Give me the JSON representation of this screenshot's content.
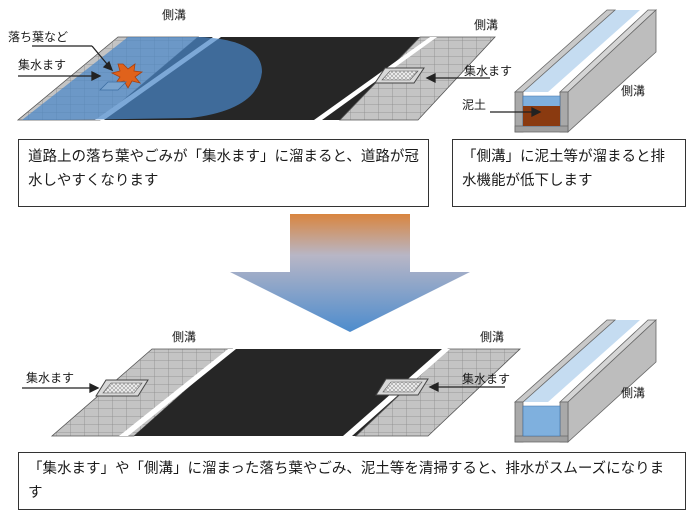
{
  "top": {
    "label_gutter": "側溝",
    "label_gutter_right": "側溝",
    "label_leaves": "落ち葉など",
    "label_catch_basin_left": "集水ます",
    "label_catch_basin_right": "集水ます",
    "label_ditch": "側溝",
    "label_silt": "泥土",
    "caption_left": "道路上の落ち葉やごみが「集水ます」に溜まると、道路が冠水しやすくなります",
    "caption_right": "「側溝」に泥土等が溜まると排水機能が低下します"
  },
  "bottom": {
    "label_gutter": "側溝",
    "label_gutter_right": "側溝",
    "label_catch_basin_left": "集水ます",
    "label_catch_basin_right": "集水ます",
    "label_ditch": "側溝",
    "caption": "「集水ます」や「側溝」に溜まった落ち葉やごみ、泥土等を清掃すると、排水がスムーズになります"
  },
  "colors": {
    "road": "#262626",
    "gutter_tile": "#b8b8b8",
    "flood_water": "#4a86c8",
    "leaves": "#e0621b",
    "silt": "#8a3a10",
    "arrow_top": "#e08a4a",
    "arrow_bottom": "#4a86c8"
  }
}
